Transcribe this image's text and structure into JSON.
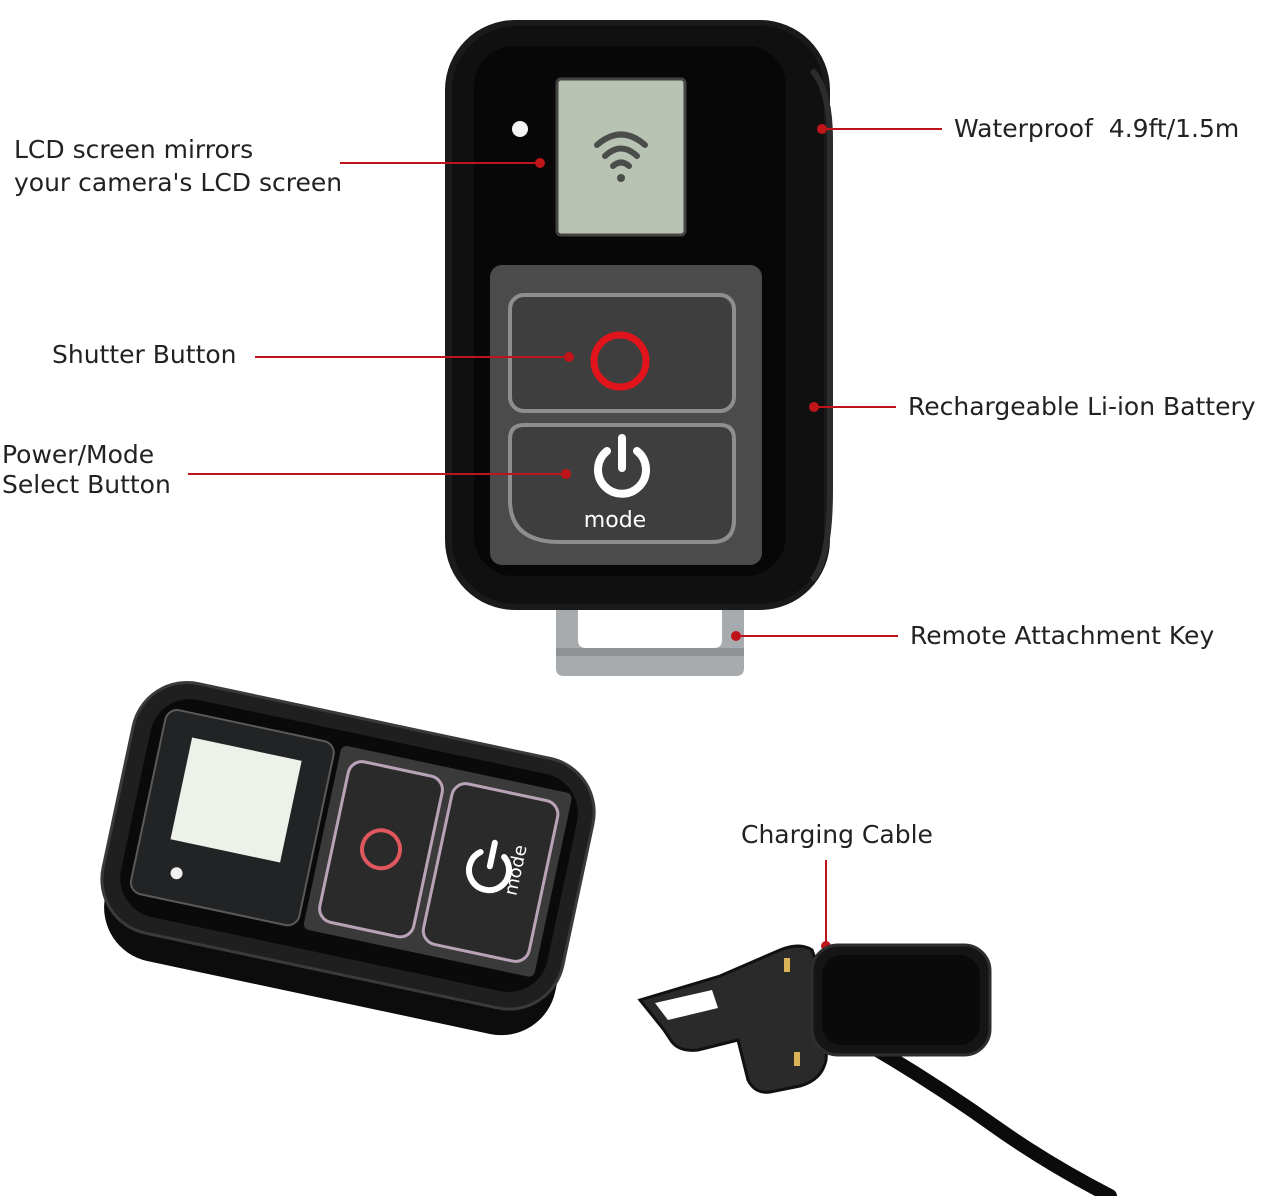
{
  "callouts": {
    "lcd_line1": "LCD screen mirrors",
    "lcd_line2": "your camera's LCD screen",
    "shutter": "Shutter Button",
    "power_line1": "Power/Mode",
    "power_line2": "Select Button",
    "waterproof": "Waterproof  4.9ft/1.5m",
    "battery": "Rechargeable Li-ion Battery",
    "attachment_key": "Remote Attachment Key",
    "charging_cable": "Charging Cable"
  },
  "device": {
    "mode_label": "mode",
    "screen_icon": "wifi-icon",
    "shutter_icon": "record-circle-icon",
    "power_icon": "power-icon"
  },
  "colors": {
    "callout_line": "#c0141b",
    "shutter_red": "#e1141c",
    "body": "#131313",
    "lcd": "#b9c3b4"
  }
}
